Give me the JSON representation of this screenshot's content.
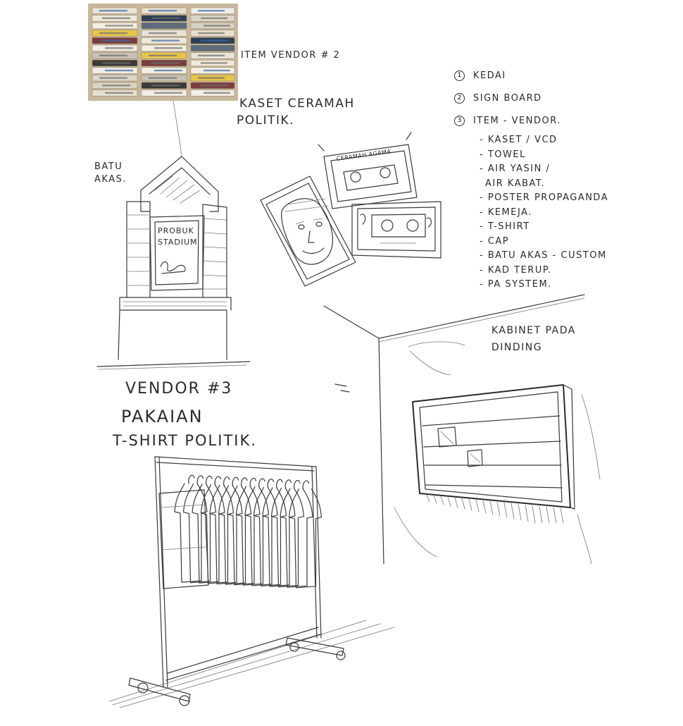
{
  "labels": {
    "item_vendor_2": "Item vendor # 2",
    "kaset_ceramah": "Kaset ceramah",
    "politik": "politik.",
    "batu_1": "Batu",
    "batu_2": "Akas.",
    "plaque_1": "Probuk",
    "plaque_2": "stadium",
    "vendor_3": "Vendor #3",
    "pakaian": "Pakaian",
    "tshirt": "T-shirt politik.",
    "kabinet_1": "Kabinet pada",
    "kabinet_2": "dinding",
    "cassette_label": "Ceramah Agama"
  },
  "list": {
    "items": [
      {
        "marker": "1",
        "text": "Kedai"
      },
      {
        "marker": "2",
        "text": "Sign board"
      },
      {
        "marker": "3",
        "text": "Item - vendor."
      }
    ],
    "subitems": [
      "- Kaset / VCD",
      "- Towel",
      "- Air yasin /",
      "  Air kabat.",
      "- Poster propaganda",
      "- Kemeja.",
      "- T-shirt",
      "- Cap",
      "- Batu akas - custom",
      "- Kad terup.",
      "- PA system."
    ]
  },
  "colors": {
    "ink": "#2b2b2b",
    "paper": "#ffffff",
    "photo_bg": "#c9b79c"
  },
  "icons": [
    "cassette-shelf-photo",
    "stone-signboard-sketch",
    "cassette-sketch",
    "clothing-rack-sketch",
    "wall-cabinet-sketch"
  ]
}
